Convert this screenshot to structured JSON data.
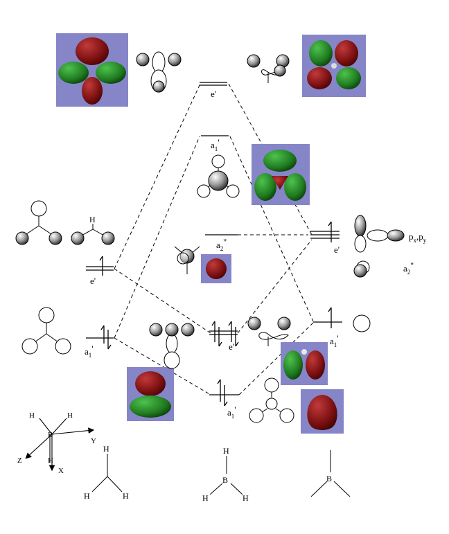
{
  "level_labels": {
    "e_prime_top": "e'",
    "a1_prime_mid": "a",
    "a1_prime_mid_sub": "1",
    "a1_prime_mid_sup": "'",
    "a2_dprime_center": "a",
    "a2_dprime_center_sub": "2",
    "a2_dprime_center_sup": "''",
    "e_prime_left": "e'",
    "a1_prime_left": "a",
    "a1_prime_left_sub": "1",
    "a1_prime_left_sup": "'",
    "e_prime_center": "e'",
    "a1_prime_bottom": "a",
    "a1_prime_bottom_sub": "1",
    "a1_prime_bottom_sup": "'",
    "e_prime_right": "e'",
    "a1_prime_right": "a",
    "a1_prime_right_sub": "1",
    "a1_prime_right_sup": "'"
  },
  "right_fragment_labels": {
    "pxpy_p1": "p",
    "pxpy_s1": "x",
    "pxpy_sep": ",p",
    "pxpy_s2": "y",
    "a2_p": "a",
    "a2_sub": "2",
    "a2_sup": "''"
  },
  "fragment_atoms": {
    "ch3_h": "H",
    "bh3_b": "B",
    "bh3_h": "H",
    "ch3_left_h": "H",
    "b_right": "B"
  },
  "axes": {
    "h1": "H",
    "h2": "H",
    "b": "B",
    "y": "Y",
    "z": "Z",
    "h3": "H",
    "x": "X"
  },
  "colors": {
    "panel_bg": "#8585c8",
    "lobe_red": "#7a0f10",
    "lobe_green": "#1f7a1f",
    "line": "#000000"
  }
}
